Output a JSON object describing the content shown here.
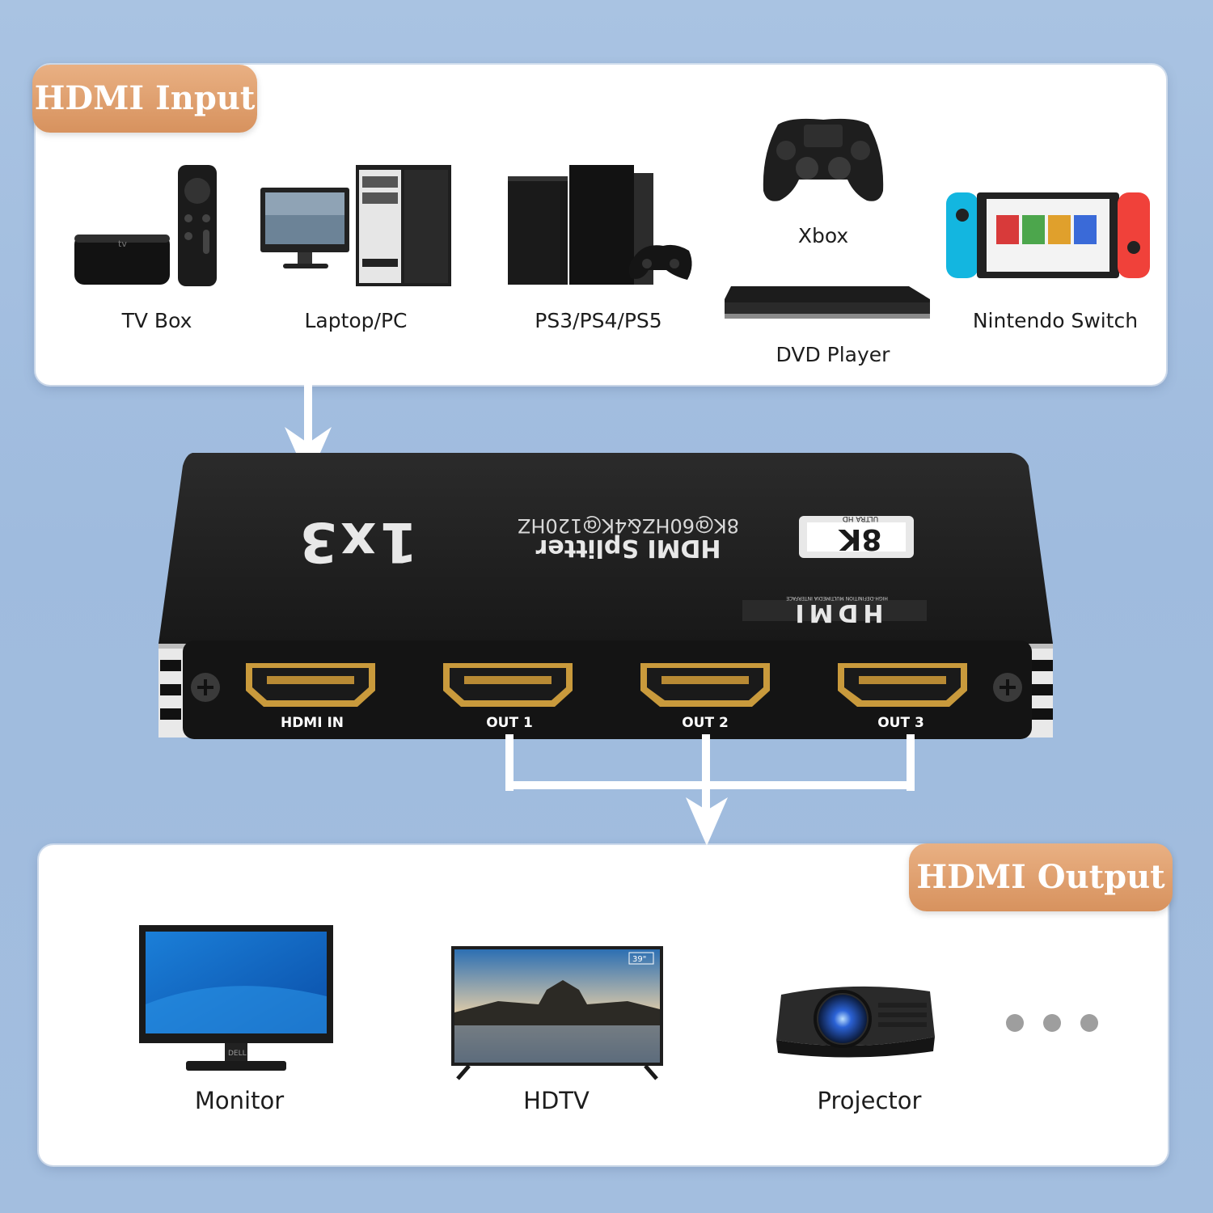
{
  "input": {
    "badge": "HDMI Input",
    "devices": [
      {
        "label": "TV Box",
        "icon": "tv-box-icon"
      },
      {
        "label": "Laptop/PC",
        "icon": "desktop-pc-icon"
      },
      {
        "label": "PS3/PS4/PS5",
        "icon": "playstation-icon"
      },
      {
        "label": "Xbox",
        "icon": "gamepad-icon"
      },
      {
        "label": "DVD Player",
        "icon": "dvd-player-icon"
      },
      {
        "label": "Nintendo Switch",
        "icon": "nintendo-switch-icon"
      }
    ]
  },
  "device": {
    "ratio": "1x3",
    "name": "HDMI Splitter",
    "spec": "8K@60HZ&4K@120HZ",
    "badge_main": "8K",
    "badge_sub": "ULTRA HD",
    "brand": "HDMI",
    "brand_sub": "HIGH-DEFINITION MULTIMEDIA INTERFACE",
    "ports": [
      "HDMI IN",
      "OUT 1",
      "OUT 2",
      "OUT 3"
    ]
  },
  "output": {
    "badge": "HDMI Output",
    "devices": [
      {
        "label": "Monitor",
        "icon": "monitor-icon"
      },
      {
        "label": "HDTV",
        "icon": "hdtv-icon"
      },
      {
        "label": "Projector",
        "icon": "projector-icon"
      }
    ],
    "tv_size": "39\"",
    "monitor_brand": "DELL",
    "more_icon": "ellipsis-icon"
  }
}
